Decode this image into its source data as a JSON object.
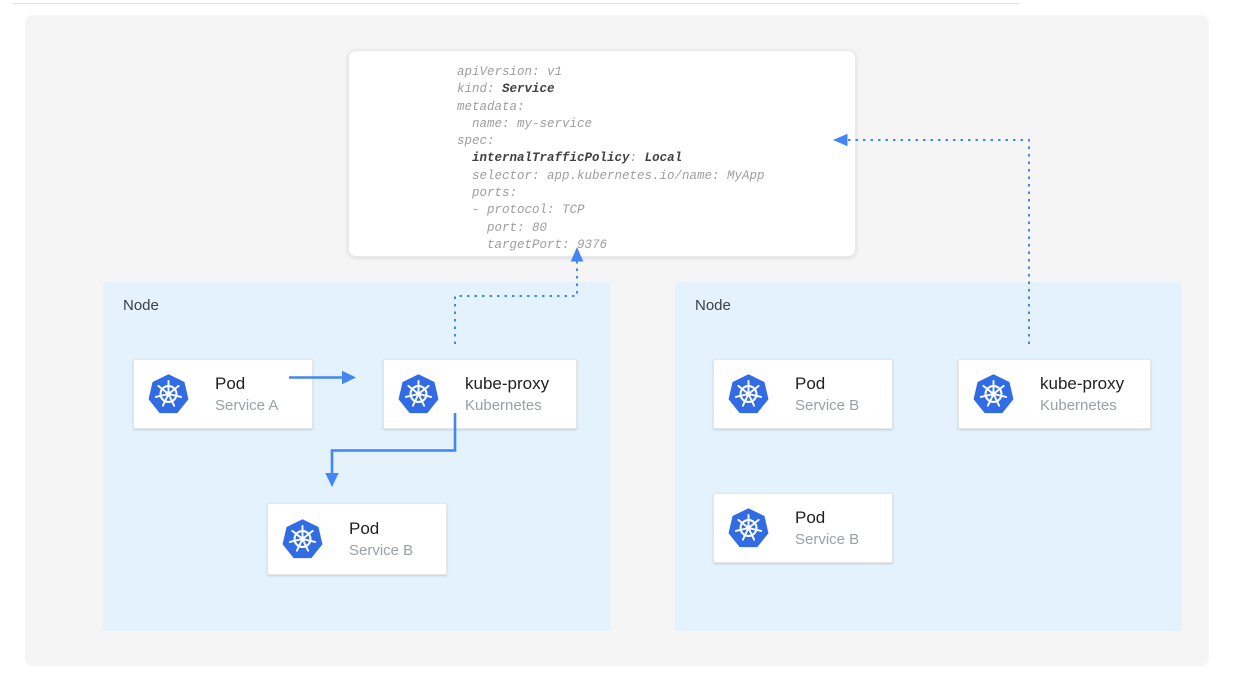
{
  "colors": {
    "arrow_blue": "#4285F4",
    "kubernetes_blue": "#326CE5",
    "node_background": "#E3F2FD",
    "panel_background": "#F5F5F5",
    "card_background": "#FFFFFF",
    "yaml_text_gray": "#9E9E9E",
    "yaml_text_bold": "#424242"
  },
  "yaml_box": {
    "lines": [
      {
        "segments": [
          {
            "text": "apiVersion: v1",
            "bold": false
          }
        ]
      },
      {
        "segments": [
          {
            "text": "kind: ",
            "bold": false
          },
          {
            "text": "Service",
            "bold": true
          }
        ]
      },
      {
        "segments": [
          {
            "text": "metadata:",
            "bold": false
          }
        ]
      },
      {
        "segments": [
          {
            "text": "  name: my-service",
            "bold": false
          }
        ]
      },
      {
        "segments": [
          {
            "text": "spec:",
            "bold": false
          }
        ]
      },
      {
        "segments": [
          {
            "text": "  ",
            "bold": false
          },
          {
            "text": "internalTrafficPolicy",
            "bold": true
          },
          {
            "text": ": ",
            "bold": false
          },
          {
            "text": "Local",
            "bold": true
          }
        ]
      },
      {
        "segments": [
          {
            "text": "  selector: app.kubernetes.io/name: MyApp",
            "bold": false
          }
        ]
      },
      {
        "segments": [
          {
            "text": "  ports:",
            "bold": false
          }
        ]
      },
      {
        "segments": [
          {
            "text": "  - protocol: TCP",
            "bold": false
          }
        ]
      },
      {
        "segments": [
          {
            "text": "    port: 80",
            "bold": false
          }
        ]
      },
      {
        "segments": [
          {
            "text": "    targetPort: 9376",
            "bold": false
          }
        ]
      }
    ]
  },
  "nodes": [
    {
      "label": "Node",
      "cards": [
        {
          "title": "Pod",
          "subtitle": "Service A",
          "icon": "kubernetes-logo"
        },
        {
          "title": "kube-proxy",
          "subtitle": "Kubernetes",
          "icon": "kubernetes-logo"
        },
        {
          "title": "Pod",
          "subtitle": "Service B",
          "icon": "kubernetes-logo"
        }
      ]
    },
    {
      "label": "Node",
      "cards": [
        {
          "title": "Pod",
          "subtitle": "Service B",
          "icon": "kubernetes-logo"
        },
        {
          "title": "kube-proxy",
          "subtitle": "Kubernetes",
          "icon": "kubernetes-logo"
        },
        {
          "title": "Pod",
          "subtitle": "Service B",
          "icon": "kubernetes-logo"
        }
      ]
    }
  ]
}
